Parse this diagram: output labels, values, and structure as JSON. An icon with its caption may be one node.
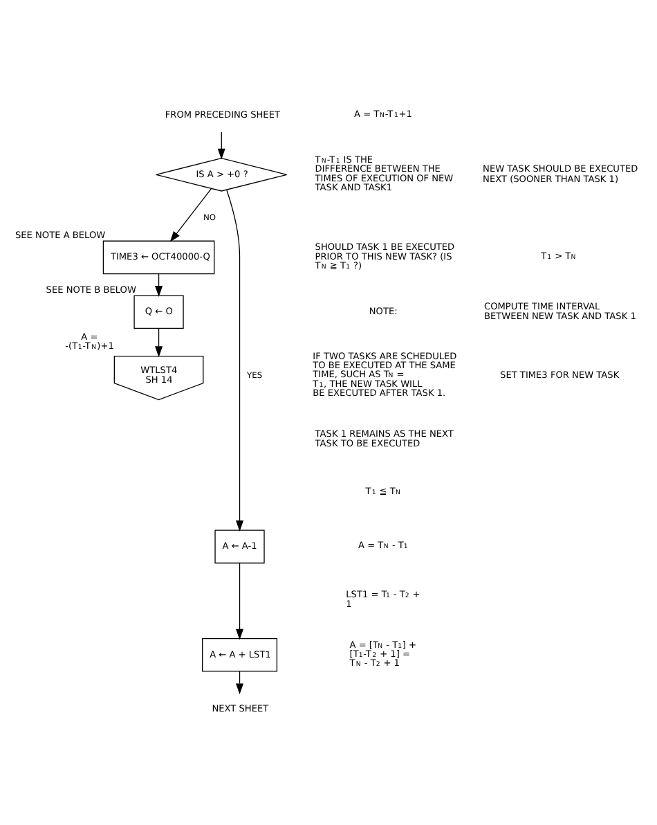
{
  "diagram": {
    "nodes": [
      {
        "text": [
          "FROM PRECEDING SHEET"
        ]
      },
      {
        "text": [
          "IS A > +0 ?"
        ]
      },
      {
        "text": [
          "TIME3 ← OCT40000-Q"
        ],
        "beside": [
          "SEE NOTE A BELOW"
        ]
      },
      {
        "text": [
          "Q ← O"
        ],
        "beside": [
          "SEE NOTE B BELOW"
        ]
      },
      {
        "text": [
          "WTLST4",
          "SH 14"
        ],
        "beside": [
          "A = -(T$_{1}$-T$_{N}$)+1"
        ]
      },
      {
        "text": [
          "A ← A-1"
        ]
      },
      {
        "text": [
          "A ← A + LST1"
        ]
      },
      {
        "text": [
          "NEXT SHEET"
        ]
      }
    ],
    "edges": [
      {
        "from": 0,
        "to": 1,
        "arrow": "to"
      },
      {
        "from": 1,
        "to": 2,
        "arrow": "to",
        "label": "NO"
      },
      {
        "from": 1,
        "to": 5,
        "arrow": "to",
        "label": "YES"
      },
      {
        "from": 2,
        "to": 3,
        "arrow": "to"
      },
      {
        "from": 3,
        "to": 4,
        "arrow": "to"
      },
      {
        "from": 5,
        "to": 6,
        "arrow": "to"
      },
      {
        "from": 6,
        "to": 7,
        "arrow": "to"
      }
    ],
    "labels": [
      "A = T$_{N}$-T$_{1}$+1",
      "T$_{N}$-T$_{1}$ IS THE DIFFERENCE BETWEEN THE TIMES OF EXECUTION OF NEW TASK AND TASK1",
      "SHOULD TASK 1 BE EXECUTED PRIOR TO THIS NEW TASK? (IS T$_{N}$ ≧ T$_{1}$ ?)",
      "NEW TASK SHOULD BE EXECUTED NEXT (SOONER THAN TASK 1)",
      "T$_{1}$ > T$_{N}$",
      "NOTE:",
      "IF TWO TASKS ARE SCHEDULED TO BE EXECUTED AT THE SAME TIME, SUCH AS T$_{N}$ = T$_{1}$, THE NEW TASK WILL BE EXECUTED AFTER TASK 1.",
      "COMPUTE TIME INTERVAL BETWEEN NEW TASK AND TASK 1",
      "TASK 1 REMAINS AS THE NEXT TASK TO BE EXECUTED",
      "T$_{1}$ ≦ T$_{N}$",
      "SET TIME3 FOR NEW TASK",
      "A = T$_{N}$ - T$_{1}$",
      "LST1 = T$_{1}$ - T$_{2}$ + 1",
      "A = [T$_{N}$ - T$_{1}$] + [T$_{1}$-T$_{2}$ + 1] = T$_{N}$ - T$_{2}$ + 1"
    ]
  }
}
